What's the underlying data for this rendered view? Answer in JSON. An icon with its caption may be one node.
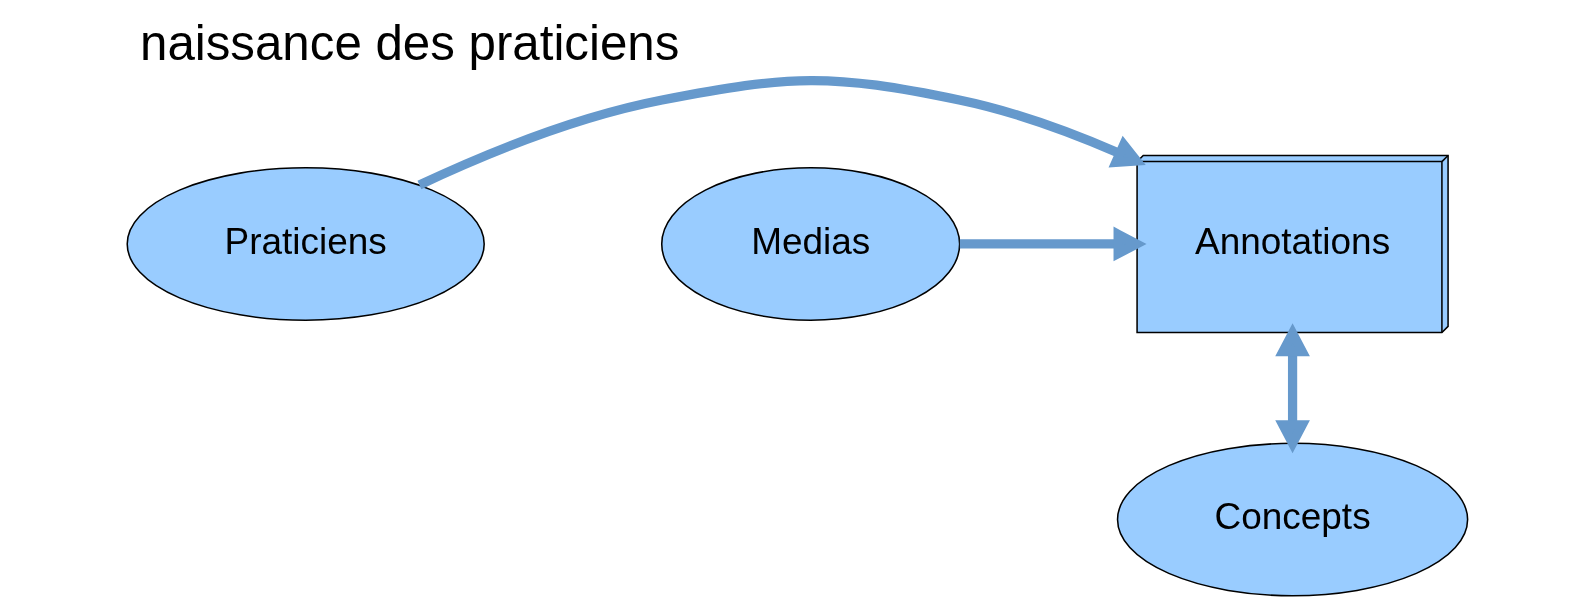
{
  "diagram": {
    "title": "naissance des praticiens",
    "nodes": [
      {
        "text": [
          "Praticiens"
        ]
      },
      {
        "text": [
          "Annotations"
        ]
      },
      {
        "text": [
          "Medias"
        ]
      },
      {
        "text": [
          "Concepts"
        ]
      }
    ],
    "edges": [
      {
        "from": 0,
        "to": 1,
        "arrow": "to"
      },
      {
        "from": 2,
        "to": 1,
        "arrow": "to"
      },
      {
        "from": 1,
        "to": 3,
        "arrow": "both"
      }
    ]
  }
}
